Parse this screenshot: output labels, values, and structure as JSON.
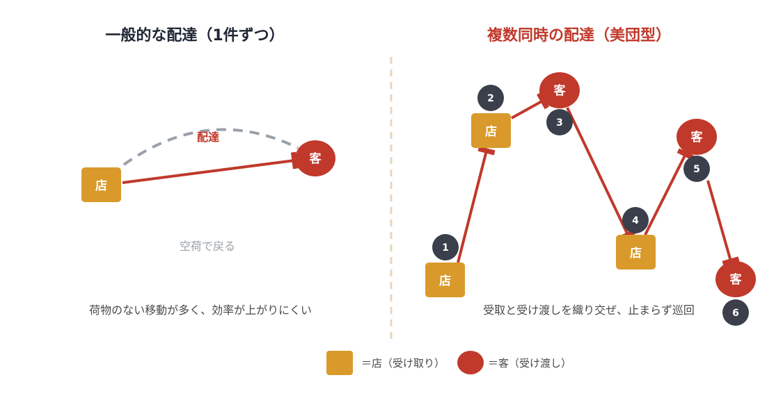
{
  "colors": {
    "store": "#D99A2B",
    "customer": "#C0392B",
    "step": "#3A3F4B",
    "arrow": "#C0392B",
    "dash": "#9AA0A8",
    "divider": "#E8D5BF",
    "title_left": "#1F2633",
    "title_right": "#C0392B"
  },
  "left": {
    "title": "一般的な配達（1件ずつ）",
    "store_label": "店",
    "customer_label": "客",
    "route_label": "配達",
    "return_label": "空荷で戻る",
    "caption": "荷物のない移動が多く、効率が上がりにくい"
  },
  "right": {
    "title": "複数同時の配達（美団型）",
    "store_label": "店",
    "customer_label": "客",
    "steps": [
      "1",
      "2",
      "3",
      "4",
      "5",
      "6"
    ],
    "caption": "受取と受け渡しを織り交ぜ、止まらず巡回"
  },
  "legend": {
    "store_text": "＝店（受け取り）",
    "customer_text": "＝客（受け渡し）"
  }
}
